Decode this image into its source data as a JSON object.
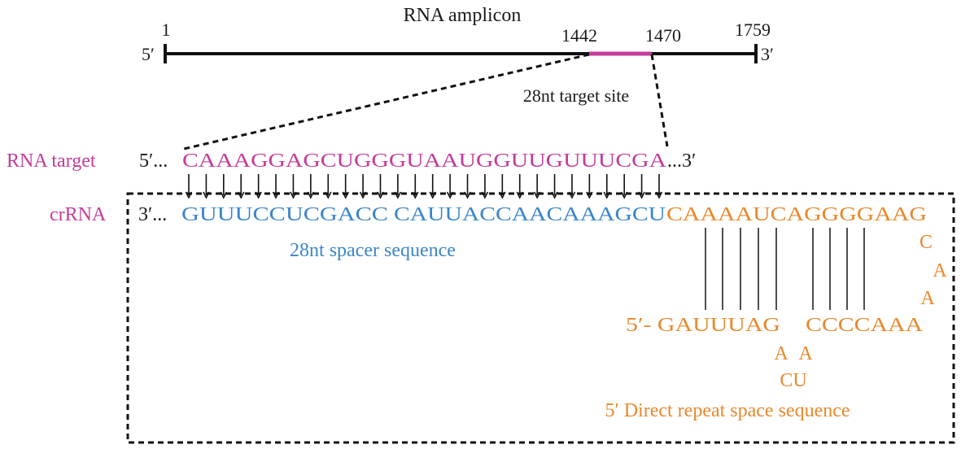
{
  "colors": {
    "target": "#c43c9a",
    "spacer": "#3b86c8",
    "repeat": "#e8892c",
    "ink": "#1a1a1a"
  },
  "amplicon": {
    "title": "RNA amplicon",
    "five_prime": "5′",
    "three_prime": "3′",
    "pos_start": "1",
    "pos_target_start": "1442",
    "pos_target_end": "1470",
    "pos_end": "1759",
    "target_site_label": "28nt target site"
  },
  "target": {
    "label": "RNA target",
    "prefix": "5′...",
    "sequence": "CAAAGGAGCUGGGUAAUGGUUGUUUCGA",
    "suffix": "...3′"
  },
  "crrna": {
    "label": "crRNA",
    "prefix": "3′...",
    "spacer_part1": "GUUUCCUCGACC",
    "spacer_part2": "CAUUACCAACAAAGCU",
    "repeat_top": "CAAAAUCAGGGGAAG",
    "loop_right": [
      "C",
      "A",
      "A"
    ],
    "repeat_bottom_left": "5′- GAUUUAG",
    "repeat_bottom_right": "CCCCAAA",
    "bulge_row": [
      "A",
      "A"
    ],
    "bulge_bottom": "CU",
    "spacer_label": "28nt spacer sequence",
    "repeat_label": "5′ Direct repeat space sequence"
  }
}
